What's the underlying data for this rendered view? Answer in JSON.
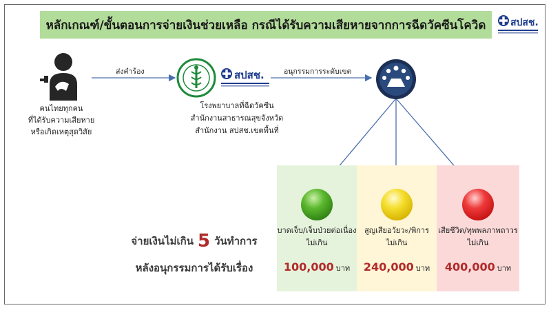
{
  "title": "หลักเกณฑ์/ขั้นตอนการจ่ายเงินช่วยเหลือ กรณีได้รับความเสียหายจากการฉีดวัคซีนโควิด",
  "corner_logo_text": "สปสช.",
  "person_caption": [
    "คนไทยทุกคน",
    "ที่ได้รับความเสียหาย",
    "หรือเกิดเหตุสุดวิสัย"
  ],
  "arrow1_label": "ส่งคำร้อง",
  "arrow2_label": "อนุกรรมการระดับเขต",
  "hospital_logo_text": "สปสช.",
  "hospital_caption": [
    "โรงพยาบาลที่ฉีดวัคซีน",
    "สำนักงานสาธารณสุขจังหวัด",
    "สำนักงาน สปสช.เขตพื้นที่"
  ],
  "payment": {
    "prefix": "จ่ายเงินไม่เกิน",
    "days": "5",
    "suffix": "วันทำการ",
    "line2": "หลังอนุกรรมการได้รับเรื่อง"
  },
  "categories": [
    {
      "label": "บาดเจ็บ/เจ็บป่วยต่อเนื่อง",
      "limit": "ไม่เกิน",
      "amount": "100,000",
      "unit": "บาท",
      "color": "#3d9a1d"
    },
    {
      "label": "สูญเสียอวัยวะ/พิการ",
      "limit": "ไม่เกิน",
      "amount": "240,000",
      "unit": "บาท",
      "color": "#e7c400"
    },
    {
      "label": "เสียชีวิต/ทุพพลภาพถาวร",
      "limit": "ไม่เกิน",
      "amount": "400,000",
      "unit": "บาท",
      "color": "#dd1f1f"
    }
  ],
  "colors": {
    "banner": "#b2dc9a",
    "arrow": "#4a6fae",
    "amount": "#b12a2a",
    "logo_blue": "#1f3d8f"
  }
}
